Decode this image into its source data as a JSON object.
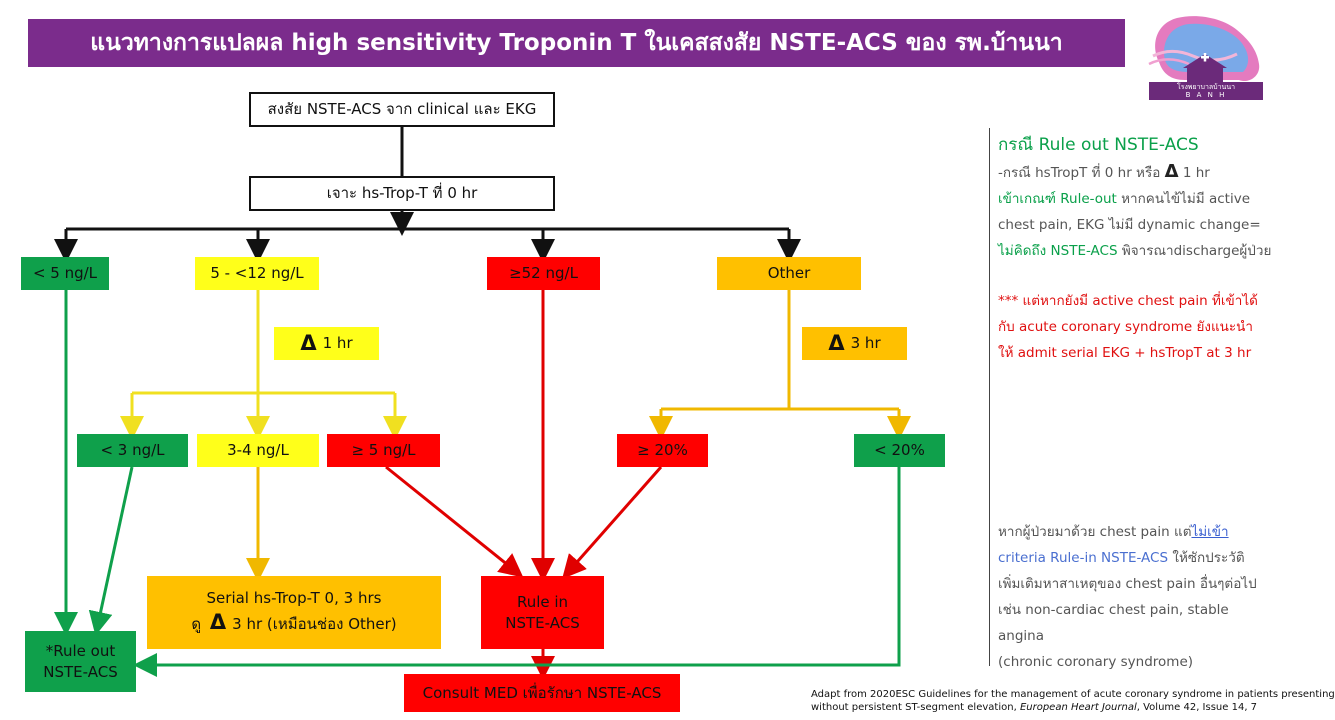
{
  "title": "แนวทางการแปลผล high sensitivity Troponin T ในเคสสงสัย NSTE-ACS ของ รพ.บ้านนา",
  "logo": {
    "text": "โรงพยาบาลบ้านนา",
    "letters": "B A N H",
    "plus": "+"
  },
  "flow": {
    "start": "สงสัย NSTE-ACS จาก clinical และ EKG",
    "draw": "เจาะ hs-Trop-T ที่ 0 hr",
    "lt5": "< 5 ng/L",
    "r5to12": "5 - <12 ng/L",
    "ge52": "≥52 ng/L",
    "other": "Other",
    "delta_symbol": "Δ",
    "delta1": "1 hr",
    "delta3": "3 hr",
    "lt3": "< 3 ng/L",
    "r3to4": "3-4 ng/L",
    "ge5": "≥ 5 ng/L",
    "ge20pct": "≥ 20%",
    "lt20pct": "< 20%",
    "serial_line1": "Serial hs-Trop-T 0, 3 hrs",
    "serial_line2_prefix": "ดู",
    "serial_line2_suffix": "3 hr (เหมือนช่อง Other)",
    "rulein_line1": "Rule in",
    "rulein_line2": "NSTE-ACS",
    "ruleout_line1": "*Rule out",
    "ruleout_line2": "NSTE-ACS",
    "consult": "Consult MED เพื่อรักษา NSTE-ACS"
  },
  "side_note_1": {
    "heading": "กรณี Rule out NSTE-ACS",
    "line1_a": "-กรณี hsTropT ที่ 0 hr หรือ",
    "line1_b": "1 hr",
    "line2_a": "เข้าเกณฑ์ Rule-out",
    "line2_b": "หากคนไข้ไม่มี active",
    "line3": "chest pain, EKG ไม่มี dynamic change=",
    "line4_a": "ไม่คิดถึง NSTE-ACS",
    "line4_b": "พิจารณาdischargeผู้ป่วย"
  },
  "side_note_2": {
    "line1": "*** แต่หากยังมี active chest pain ที่เข้าได้",
    "line2": "กับ acute coronary syndrome ยังแนะนำ",
    "line3": "ให้ admit serial EKG + hsTropT at 3 hr"
  },
  "side_note_3": {
    "line1_a": "หากผู้ป่วยมาด้วย chest pain แต่",
    "line1_link": "ไม่เข้า",
    "line2_a": "criteria Rule-in NSTE-ACS",
    "line2_b": "ให้ซักประวัติ",
    "line3": "เพิ่มเติมหาสาเหตุของ chest pain อื่นๆต่อไป",
    "line4": "เช่น non-cardiac chest pain, stable angina",
    "line5": "(chronic coronary syndrome)"
  },
  "citation": {
    "line1": "Adapt from 2020ESC Guidelines for the management of acute coronary syndrome in patients presenting",
    "line2_a": "without persistent ST-segment elevation,",
    "line2_journal": "European Heart Journal",
    "line2_b": ", Volume 42, Issue 14, 7"
  },
  "colors": {
    "title_bg": "#7b2c8c",
    "green": "#0fa04b",
    "yellow": "#ffff1a",
    "red": "#ff0000",
    "orange": "#ffc000",
    "note_green": "#0aa04a",
    "note_red": "#e01010"
  }
}
